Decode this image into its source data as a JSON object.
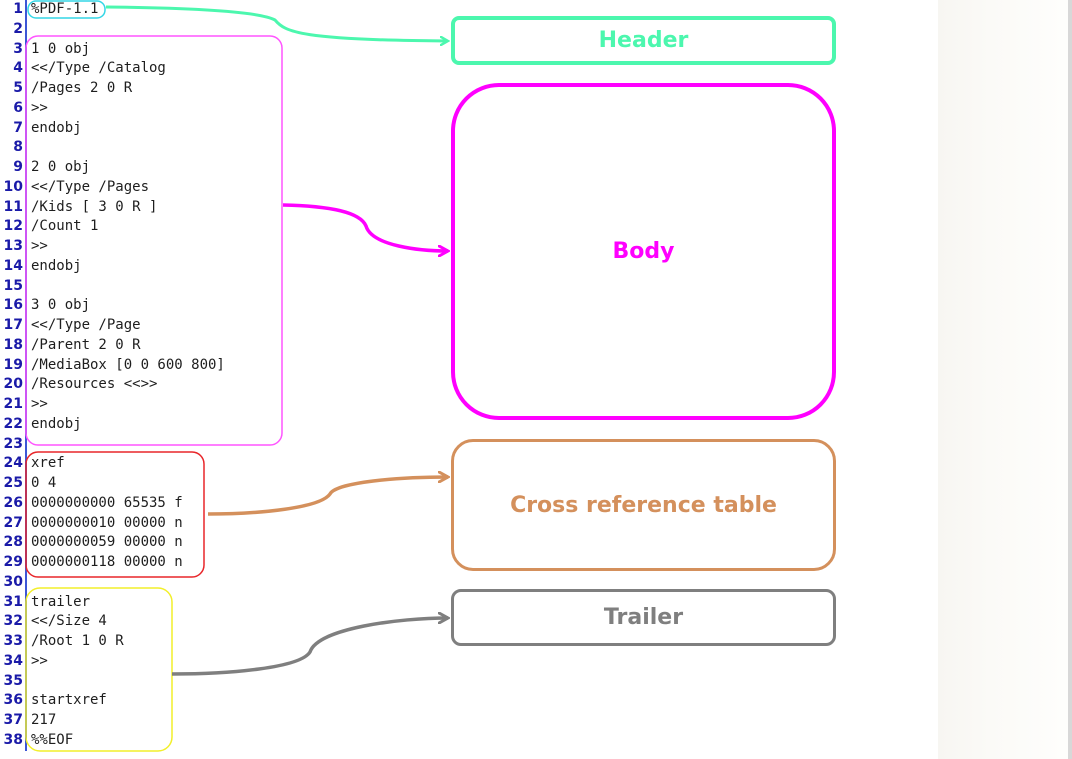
{
  "code_lines": [
    {
      "n": "1",
      "text": "%PDF-1.1"
    },
    {
      "n": "2",
      "text": ""
    },
    {
      "n": "3",
      "text": "1 0 obj"
    },
    {
      "n": "4",
      "text": "<</Type /Catalog"
    },
    {
      "n": "5",
      "text": "/Pages 2 0 R"
    },
    {
      "n": "6",
      "text": ">>"
    },
    {
      "n": "7",
      "text": "endobj"
    },
    {
      "n": "8",
      "text": ""
    },
    {
      "n": "9",
      "text": "2 0 obj"
    },
    {
      "n": "10",
      "text": "<</Type /Pages"
    },
    {
      "n": "11",
      "text": "/Kids [ 3 0 R ]"
    },
    {
      "n": "12",
      "text": "/Count 1"
    },
    {
      "n": "13",
      "text": ">>"
    },
    {
      "n": "14",
      "text": "endobj"
    },
    {
      "n": "15",
      "text": ""
    },
    {
      "n": "16",
      "text": "3 0 obj"
    },
    {
      "n": "17",
      "text": "<</Type /Page"
    },
    {
      "n": "18",
      "text": "/Parent 2 0 R"
    },
    {
      "n": "19",
      "text": "/MediaBox [0 0 600 800]"
    },
    {
      "n": "20",
      "text": "/Resources <<>>"
    },
    {
      "n": "21",
      "text": ">>"
    },
    {
      "n": "22",
      "text": "endobj"
    },
    {
      "n": "23",
      "text": ""
    },
    {
      "n": "24",
      "text": "xref"
    },
    {
      "n": "25",
      "text": "0 4"
    },
    {
      "n": "26",
      "text": "0000000000 65535 f"
    },
    {
      "n": "27",
      "text": "0000000010 00000 n"
    },
    {
      "n": "28",
      "text": "0000000059 00000 n"
    },
    {
      "n": "29",
      "text": "0000000118 00000 n"
    },
    {
      "n": "30",
      "text": ""
    },
    {
      "n": "31",
      "text": "trailer"
    },
    {
      "n": "32",
      "text": "<</Size 4"
    },
    {
      "n": "33",
      "text": "/Root 1 0 R"
    },
    {
      "n": "34",
      "text": ">>"
    },
    {
      "n": "35",
      "text": ""
    },
    {
      "n": "36",
      "text": "startxref"
    },
    {
      "n": "37",
      "text": "217"
    },
    {
      "n": "38",
      "text": "%%EOF"
    }
  ],
  "sections": {
    "header": {
      "label": "Header",
      "color": "#4cf7ae",
      "lines": "1"
    },
    "body": {
      "label": "Body",
      "color": "#ff00ff",
      "lines": "3-22"
    },
    "xref": {
      "label": "Cross reference table",
      "color": "#d4905c",
      "lines": "24-29"
    },
    "trailer": {
      "label": "Trailer",
      "color": "#7f7f7f",
      "lines": "31-38"
    }
  },
  "code_bracket_colors": {
    "header": "#33d6e6",
    "body": "#ff55ff",
    "xref": "#e8262a",
    "trailer": "#f2ef2a"
  }
}
